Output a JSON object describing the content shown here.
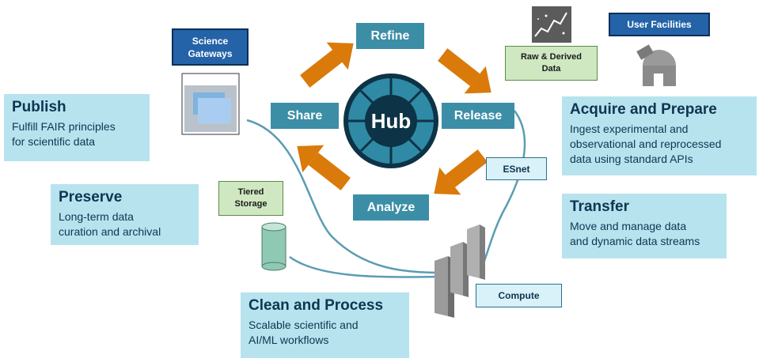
{
  "colors": {
    "cycle_box": "#3b8ea6",
    "arrow": "#d97a0a",
    "hub": "#0d3346",
    "info_box": "#b7e3ef",
    "connector": "#5a9db2",
    "blue_tag": "#2463a8",
    "green_tag": "#cfe8c1"
  },
  "cycle": {
    "refine": "Refine",
    "release": "Release",
    "analyze": "Analyze",
    "share": "Share",
    "hub": "Hub"
  },
  "panels": {
    "publish": {
      "title": "Publish",
      "desc": "Fulfill FAIR principles\nfor scientific data"
    },
    "preserve": {
      "title": "Preserve",
      "desc": "Long-term data\ncuration and archival"
    },
    "acquire": {
      "title": "Acquire and Prepare",
      "desc": "Ingest experimental and\nobservational and reprocessed\ndata using standard APIs"
    },
    "transfer": {
      "title": "Transfer",
      "desc": "Move and manage data\nand  dynamic data streams"
    },
    "clean": {
      "title": "Clean and Process",
      "desc": "Scalable scientific and\nAI/ML workflows"
    }
  },
  "tags": {
    "science_gateways": "Science\nGateways",
    "user_facilities": "User Facilities",
    "raw_derived": "Raw & Derived\nData",
    "tiered_storage": "Tiered\nStorage",
    "esnet": "ESnet",
    "compute": "Compute"
  },
  "icons": [
    "gateway-window-icon",
    "telescope-observatory-icon",
    "sky-image-icon",
    "storage-cylinder-icon",
    "compute-towers-icon"
  ]
}
